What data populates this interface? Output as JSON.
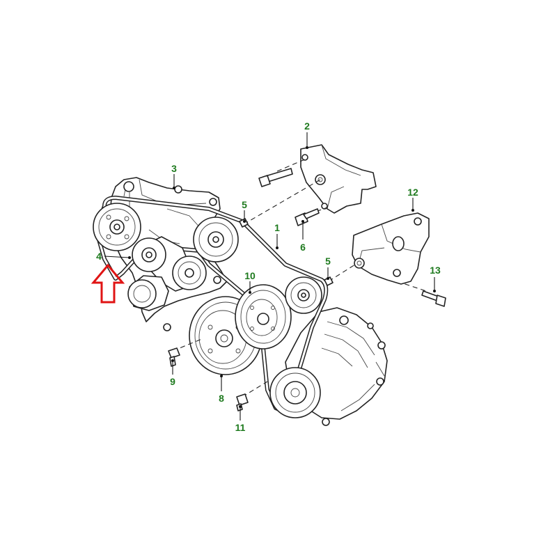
{
  "colors": {
    "callout": "#1e7a1e",
    "marker": "#e01414",
    "line": "#222222"
  },
  "marker": {
    "icon": "up-arrow-outline-icon",
    "points_to": "4"
  },
  "callouts": [
    {
      "id": "c1",
      "label": "1"
    },
    {
      "id": "c2",
      "label": "2"
    },
    {
      "id": "c3",
      "label": "3"
    },
    {
      "id": "c4",
      "label": "4"
    },
    {
      "id": "c5a",
      "label": "5"
    },
    {
      "id": "c5b",
      "label": "5"
    },
    {
      "id": "c6",
      "label": "6"
    },
    {
      "id": "c8",
      "label": "8"
    },
    {
      "id": "c9",
      "label": "9"
    },
    {
      "id": "c10",
      "label": "10"
    },
    {
      "id": "c11",
      "label": "11"
    },
    {
      "id": "c12",
      "label": "12"
    },
    {
      "id": "c13",
      "label": "13"
    }
  ]
}
